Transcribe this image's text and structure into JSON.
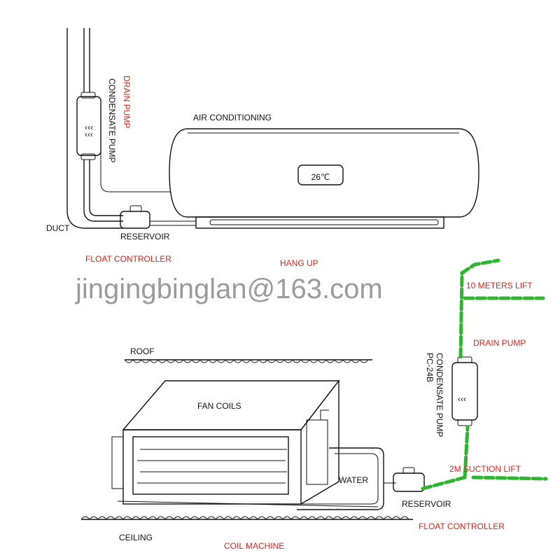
{
  "top": {
    "air_conditioning": "AIR CONDITIONING",
    "display": "26℃",
    "drain_pump": "DRAIN PUMP",
    "condensate_pump": "CONDENSATE PUMP",
    "duct": "DUCT",
    "reservoir": "RESERVOIR",
    "float_controller": "FLOAT CONTROLLER",
    "hang_up": "HANG UP"
  },
  "watermark": "jingingbinglan@163.com",
  "bottom": {
    "meters_lift": "10 METERS LIFT",
    "drain_pump": "DRAIN PUMP",
    "condensate_pump": "CONDENSATE PUMP",
    "model": "PC-24B",
    "roof": "ROOF",
    "fan_coils": "FAN COILS",
    "suction_lift": "2M SUCTION LIFT",
    "water": "WATER",
    "reservoir": "RESERVOIR",
    "float_controller": "FLOAT CONTROLLER",
    "ceiling": "CEILING",
    "coil_machine": "COIL MACHINE"
  },
  "colors": {
    "label_red": "#d8261c",
    "pipe_green": "#2fb52f",
    "watermark_gray": "#8a8a8a"
  }
}
